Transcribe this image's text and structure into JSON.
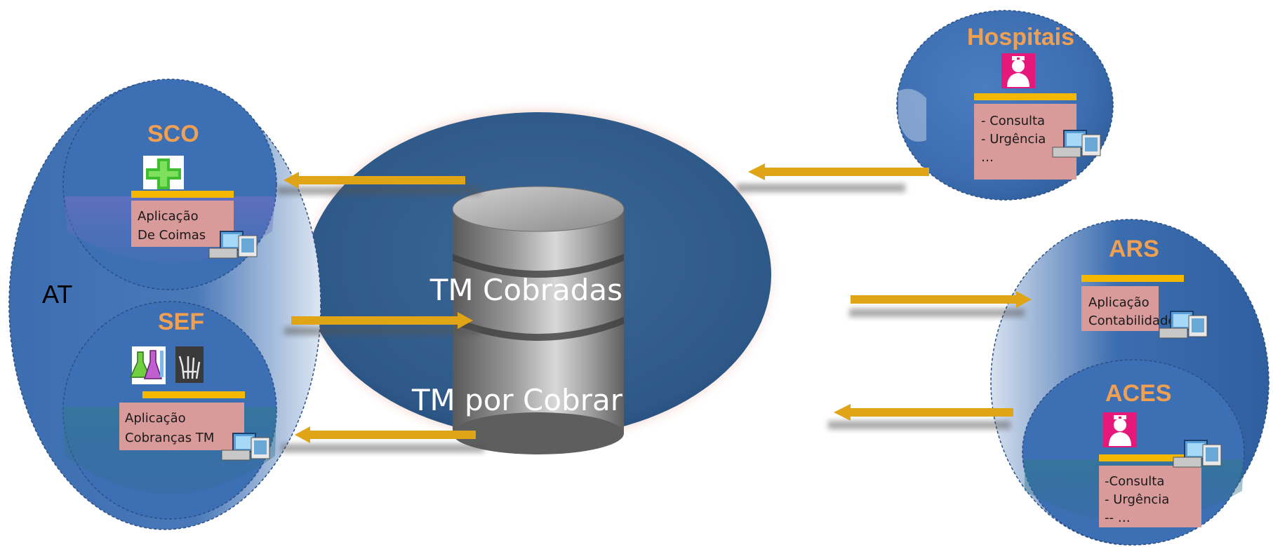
{
  "central": {
    "db_top_label": "TM Cobradas",
    "db_bottom_label": "TM por Cobrar"
  },
  "at": {
    "label": "AT"
  },
  "sco": {
    "title": "SCO",
    "box_lines": [
      "Aplicação",
      "De Coimas"
    ],
    "icon": "green-cross-icon"
  },
  "sef": {
    "title": "SEF",
    "box_lines": [
      "Aplicação",
      "Cobranças TM"
    ],
    "icons": [
      "lab-flasks-icon",
      "xray-hand-icon"
    ]
  },
  "hospitais": {
    "title": "Hospitais",
    "box_lines": [
      "- Consulta",
      "- Urgência",
      "…"
    ],
    "icon": "doctor-icon"
  },
  "ars": {
    "title": "ARS",
    "box_lines": [
      "Aplicação",
      "Contabilidade"
    ]
  },
  "aces": {
    "title": "ACES",
    "box_lines": [
      "-Consulta",
      "- Urgência",
      "-- …"
    ],
    "icon": "doctor-icon"
  },
  "colors": {
    "node_blue": "#3d6fb5",
    "central_blue": "#2f5a8c",
    "arrow": "#e0a417",
    "title_orange": "#f0a050",
    "box_pink": "#d99a9a",
    "bar_yellow": "#f5b800"
  }
}
